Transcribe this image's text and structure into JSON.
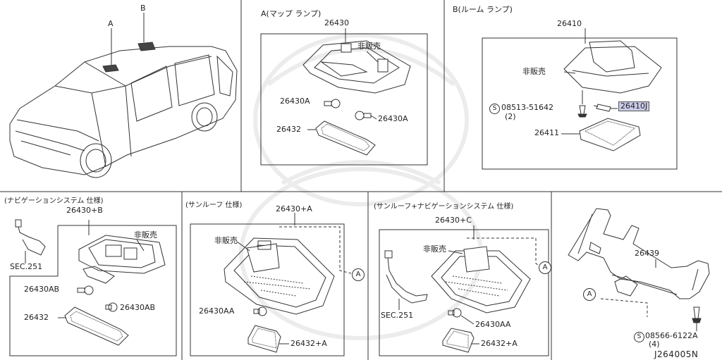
{
  "colors": {
    "line": "#333333",
    "highlight": "#c9cbe8",
    "watermark": "#eeeeee"
  },
  "panels": {
    "vehicle": {
      "marker_a": "A",
      "marker_b": "B"
    },
    "map_lamp": {
      "title": "A(マップ ランプ)",
      "part_main": "26430",
      "not_sold": "非販売",
      "bulb_left": "26430A",
      "bulb_right": "26430A",
      "lens": "26432"
    },
    "room_lamp": {
      "title": "B(ルーム ランプ)",
      "part_main": "26410",
      "not_sold": "非販売",
      "screw_mark": "S",
      "screw": "08513-51642",
      "screw_qty": "(2)",
      "bulb": "26410J",
      "lens": "26411"
    },
    "nav": {
      "title": "(ナビゲーションシステム 仕様)",
      "part_main": "26430+B",
      "not_sold": "非販売",
      "sec": "SEC.251",
      "bulb_left": "26430AB",
      "bulb_right": "26430AB",
      "lens": "26432"
    },
    "sunroof": {
      "title": "(サンルーフ 仕様)",
      "part_main": "26430+A",
      "not_sold": "非販売",
      "bulb": "26430AA",
      "lens": "26432+A",
      "ref": "A"
    },
    "sunroof_nav": {
      "title": "(サンルーフ+ナビゲーションシステム 仕様)",
      "part_main": "26430+C",
      "not_sold": "非販売",
      "sec": "SEC.251",
      "bulb": "26430AA",
      "lens": "26432+A",
      "ref": "A"
    },
    "bracket": {
      "part": "26439",
      "ref": "A",
      "screw_mark": "S",
      "screw": "08566-6122A",
      "screw_qty": "(4)"
    }
  },
  "diagram_code": "J264005N"
}
